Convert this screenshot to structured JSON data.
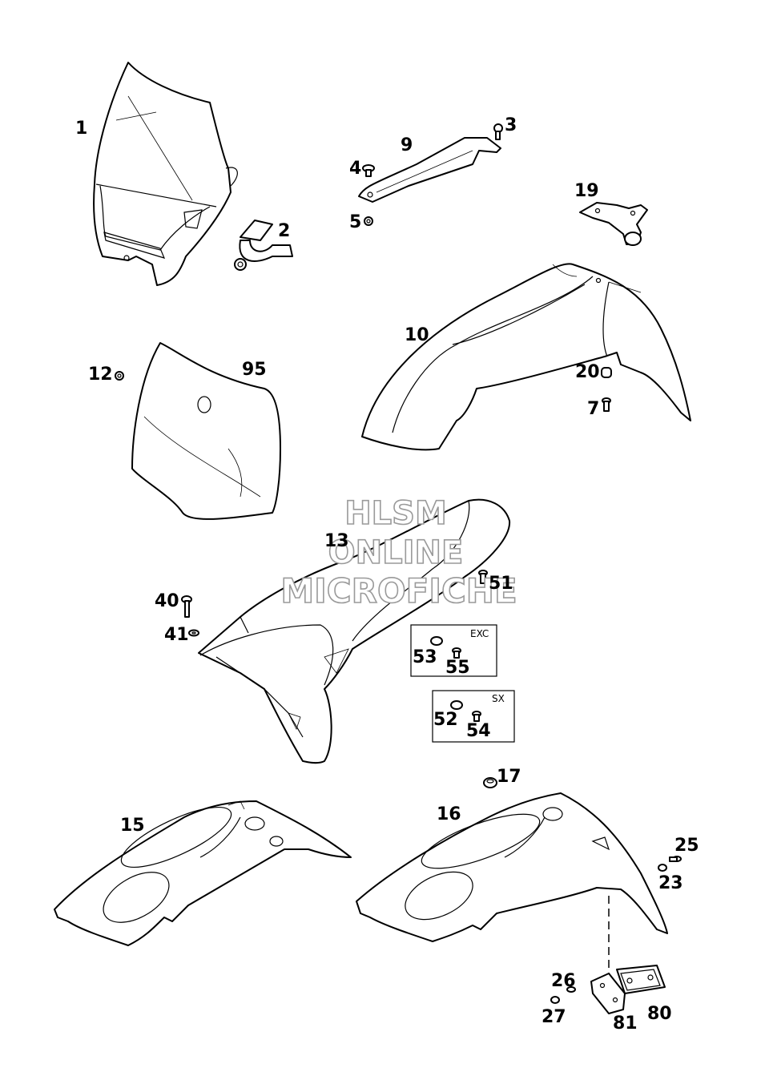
{
  "watermark": [
    "HLSM",
    "ONLINE",
    "MICROFICHE"
  ],
  "callouts": [
    "1",
    "2",
    "3",
    "4",
    "5",
    "9",
    "19",
    "10",
    "12",
    "95",
    "20",
    "7",
    "13",
    "40",
    "41",
    "51",
    "53",
    "55",
    "52",
    "54",
    "17",
    "15",
    "16",
    "25",
    "23",
    "26",
    "27",
    "81",
    "80"
  ],
  "variant_boxes": [
    "EXC",
    "SX"
  ]
}
